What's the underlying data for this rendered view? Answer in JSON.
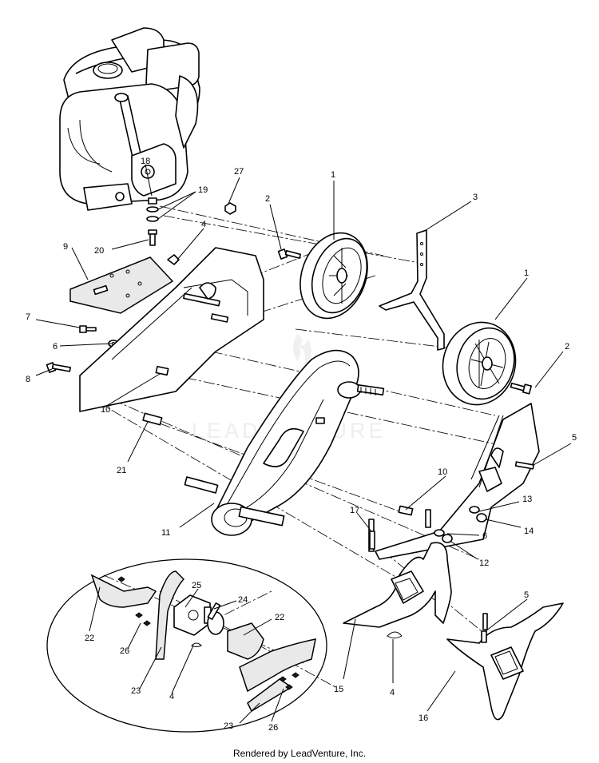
{
  "watermark": "LEADVENTURE",
  "footer": "Rendered by LeadVenture, Inc.",
  "callouts": {
    "c1a": "1",
    "c1b": "1",
    "c2a": "2",
    "c2b": "2",
    "c3": "3",
    "c4a": "4",
    "c4b": "4",
    "c4c": "4",
    "c5a": "5",
    "c5b": "5",
    "c6a": "6",
    "c6b": "6",
    "c7": "7",
    "c8": "8",
    "c9": "9",
    "c10a": "10",
    "c10b": "10",
    "c11": "11",
    "c12": "12",
    "c13": "13",
    "c14": "14",
    "c15": "15",
    "c16": "16",
    "c17": "17",
    "c18": "18",
    "c19": "19",
    "c20": "20",
    "c21": "21",
    "c22a": "22",
    "c22b": "22",
    "c23a": "23",
    "c23b": "23",
    "c24": "24",
    "c25": "25",
    "c26a": "26",
    "c26b": "26",
    "c27": "27"
  }
}
